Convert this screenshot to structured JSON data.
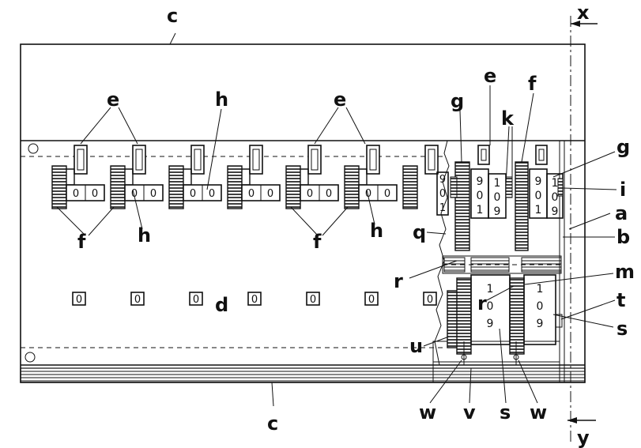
{
  "labels": {
    "a": "a",
    "b": "b",
    "c": "c",
    "d": "d",
    "e": "e",
    "f": "f",
    "g": "g",
    "h": "h",
    "i": "i",
    "k": "k",
    "m": "m",
    "q": "q",
    "r": "r",
    "s": "s",
    "t": "t",
    "u": "u",
    "v": "v",
    "w": "w",
    "x": "x",
    "y": "y"
  },
  "digits": {
    "zero": "0",
    "one": "1",
    "nine": "9"
  }
}
